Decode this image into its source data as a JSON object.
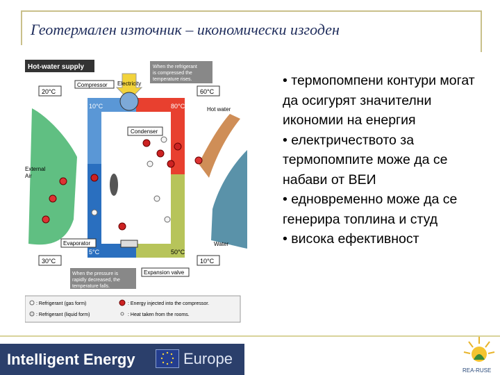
{
  "slide": {
    "title": "Геотермален източник – икономически изгоден",
    "bullets": [
      "• термопомпени контури могат да осигурят значителни икономии на енергия",
      "• електричеството за термопомпите може да се набави от ВЕИ",
      "• едновременно може да се генерира топлина и студ",
      "• висока ефективност"
    ]
  },
  "diagram": {
    "header": "Hot-water supply",
    "note_top": [
      "When the refrigerant",
      "is compressed the",
      "temperature rises."
    ],
    "note_bottom": [
      "When the pressure is",
      "rapidly decreased, the",
      "temperature falls."
    ],
    "labels": {
      "compressor": "Compressor",
      "electricity": "Electricity",
      "condenser": "Condenser",
      "hot_water": "Hot water",
      "external_air": [
        "External",
        "Air"
      ],
      "evaporator": "Evaporator",
      "water": "Water",
      "expansion_valve": "Expansion valve"
    },
    "temps": {
      "t20": "20°C",
      "t60": "60°C",
      "t10": "10°C",
      "t80": "80°C",
      "t30": "30°C",
      "t5": "5°C",
      "t50": "50°C",
      "t10b": "10°C"
    },
    "legend": {
      "gas": ": Refrigerant (gas form)",
      "liquid": ": Refrigerant (liquid form)",
      "energy": ": Energy injected into the compressor.",
      "heat": ": Heat taken from the rooms."
    },
    "colors": {
      "hot": "#e8402f",
      "warm": "#b7c45a",
      "cold": "#2a6fbf",
      "air": "#5fc07a",
      "water": "#3d7f9a"
    }
  },
  "footer": {
    "brand": "Intelligent Energy",
    "region": "Europe",
    "logo_text": "REA-RUSE"
  }
}
